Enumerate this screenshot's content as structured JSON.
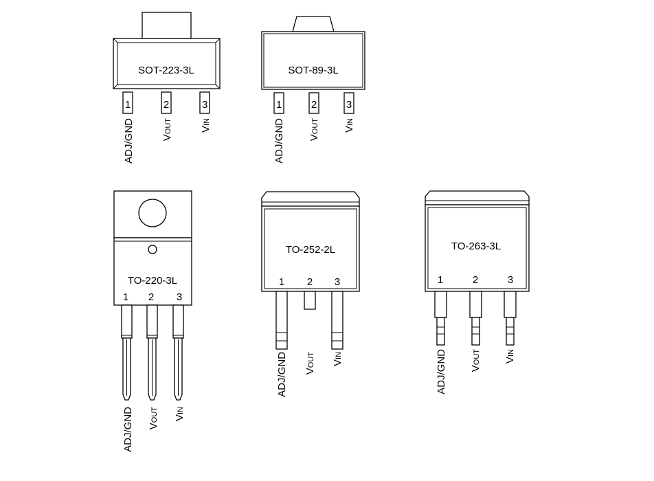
{
  "packages": [
    {
      "name": "SOT-223-3L",
      "pins": [
        "1",
        "2",
        "3"
      ],
      "signals": [
        {
          "main": "ADJ/GND",
          "sub": ""
        },
        {
          "main": "V",
          "sub": "OUT"
        },
        {
          "main": "V",
          "sub": "IN"
        }
      ]
    },
    {
      "name": "SOT-89-3L",
      "pins": [
        "1",
        "2",
        "3"
      ],
      "signals": [
        {
          "main": "ADJ/GND",
          "sub": ""
        },
        {
          "main": "V",
          "sub": "OUT"
        },
        {
          "main": "V",
          "sub": "IN"
        }
      ]
    },
    {
      "name": "TO-220-3L",
      "pins": [
        "1",
        "2",
        "3"
      ],
      "signals": [
        {
          "main": "ADJ/GND",
          "sub": ""
        },
        {
          "main": "V",
          "sub": "OUT"
        },
        {
          "main": "V",
          "sub": "IN"
        }
      ]
    },
    {
      "name": "TO-252-2L",
      "pins": [
        "1",
        "2",
        "3"
      ],
      "signals": [
        {
          "main": "ADJ/GND",
          "sub": ""
        },
        {
          "main": "V",
          "sub": "OUT"
        },
        {
          "main": "V",
          "sub": "IN"
        }
      ]
    },
    {
      "name": "TO-263-3L",
      "pins": [
        "1",
        "2",
        "3"
      ],
      "signals": [
        {
          "main": "ADJ/GND",
          "sub": ""
        },
        {
          "main": "V",
          "sub": "OUT"
        },
        {
          "main": "V",
          "sub": "IN"
        }
      ]
    }
  ],
  "colors": {
    "line": "#000000",
    "background": "#ffffff"
  }
}
